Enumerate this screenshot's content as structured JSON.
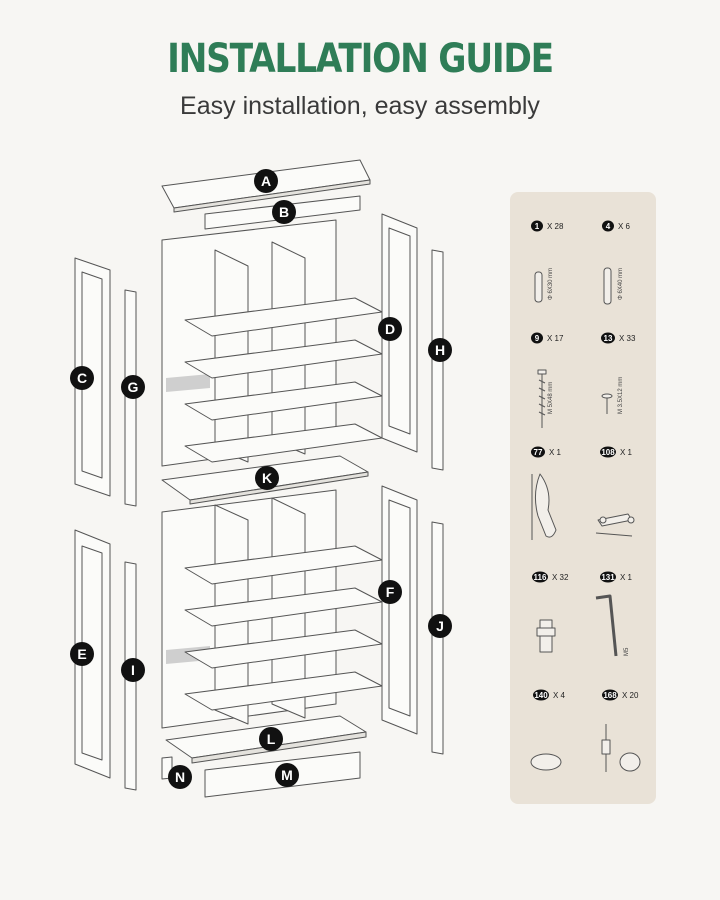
{
  "header": {
    "title": "INSTALLATION GUIDE",
    "subtitle": "Easy installation, easy assembly"
  },
  "part_labels": [
    "A",
    "B",
    "C",
    "D",
    "E",
    "F",
    "G",
    "H",
    "I",
    "J",
    "K",
    "L",
    "M",
    "N"
  ],
  "hardware": [
    {
      "id": "1",
      "qty": "X 28",
      "spec": "Φ 6X30 mm"
    },
    {
      "id": "4",
      "qty": "X 6",
      "spec": "Φ 6X40 mm"
    },
    {
      "id": "9",
      "qty": "X 17",
      "spec": "M 5X48 mm"
    },
    {
      "id": "13",
      "qty": "X 33",
      "spec": "M 3.5X12 mm"
    },
    {
      "id": "77",
      "qty": "X 1",
      "spec": ""
    },
    {
      "id": "108",
      "qty": "X 1",
      "spec": ""
    },
    {
      "id": "116",
      "qty": "X 32",
      "spec": ""
    },
    {
      "id": "131",
      "qty": "X 1",
      "spec": "M5"
    },
    {
      "id": "140",
      "qty": "X 4",
      "spec": ""
    },
    {
      "id": "168",
      "qty": "X 20",
      "spec": ""
    }
  ],
  "colors": {
    "title": "#2f7d57",
    "panel": "#e9e2d7",
    "badge": "#111111",
    "line": "#555555"
  }
}
